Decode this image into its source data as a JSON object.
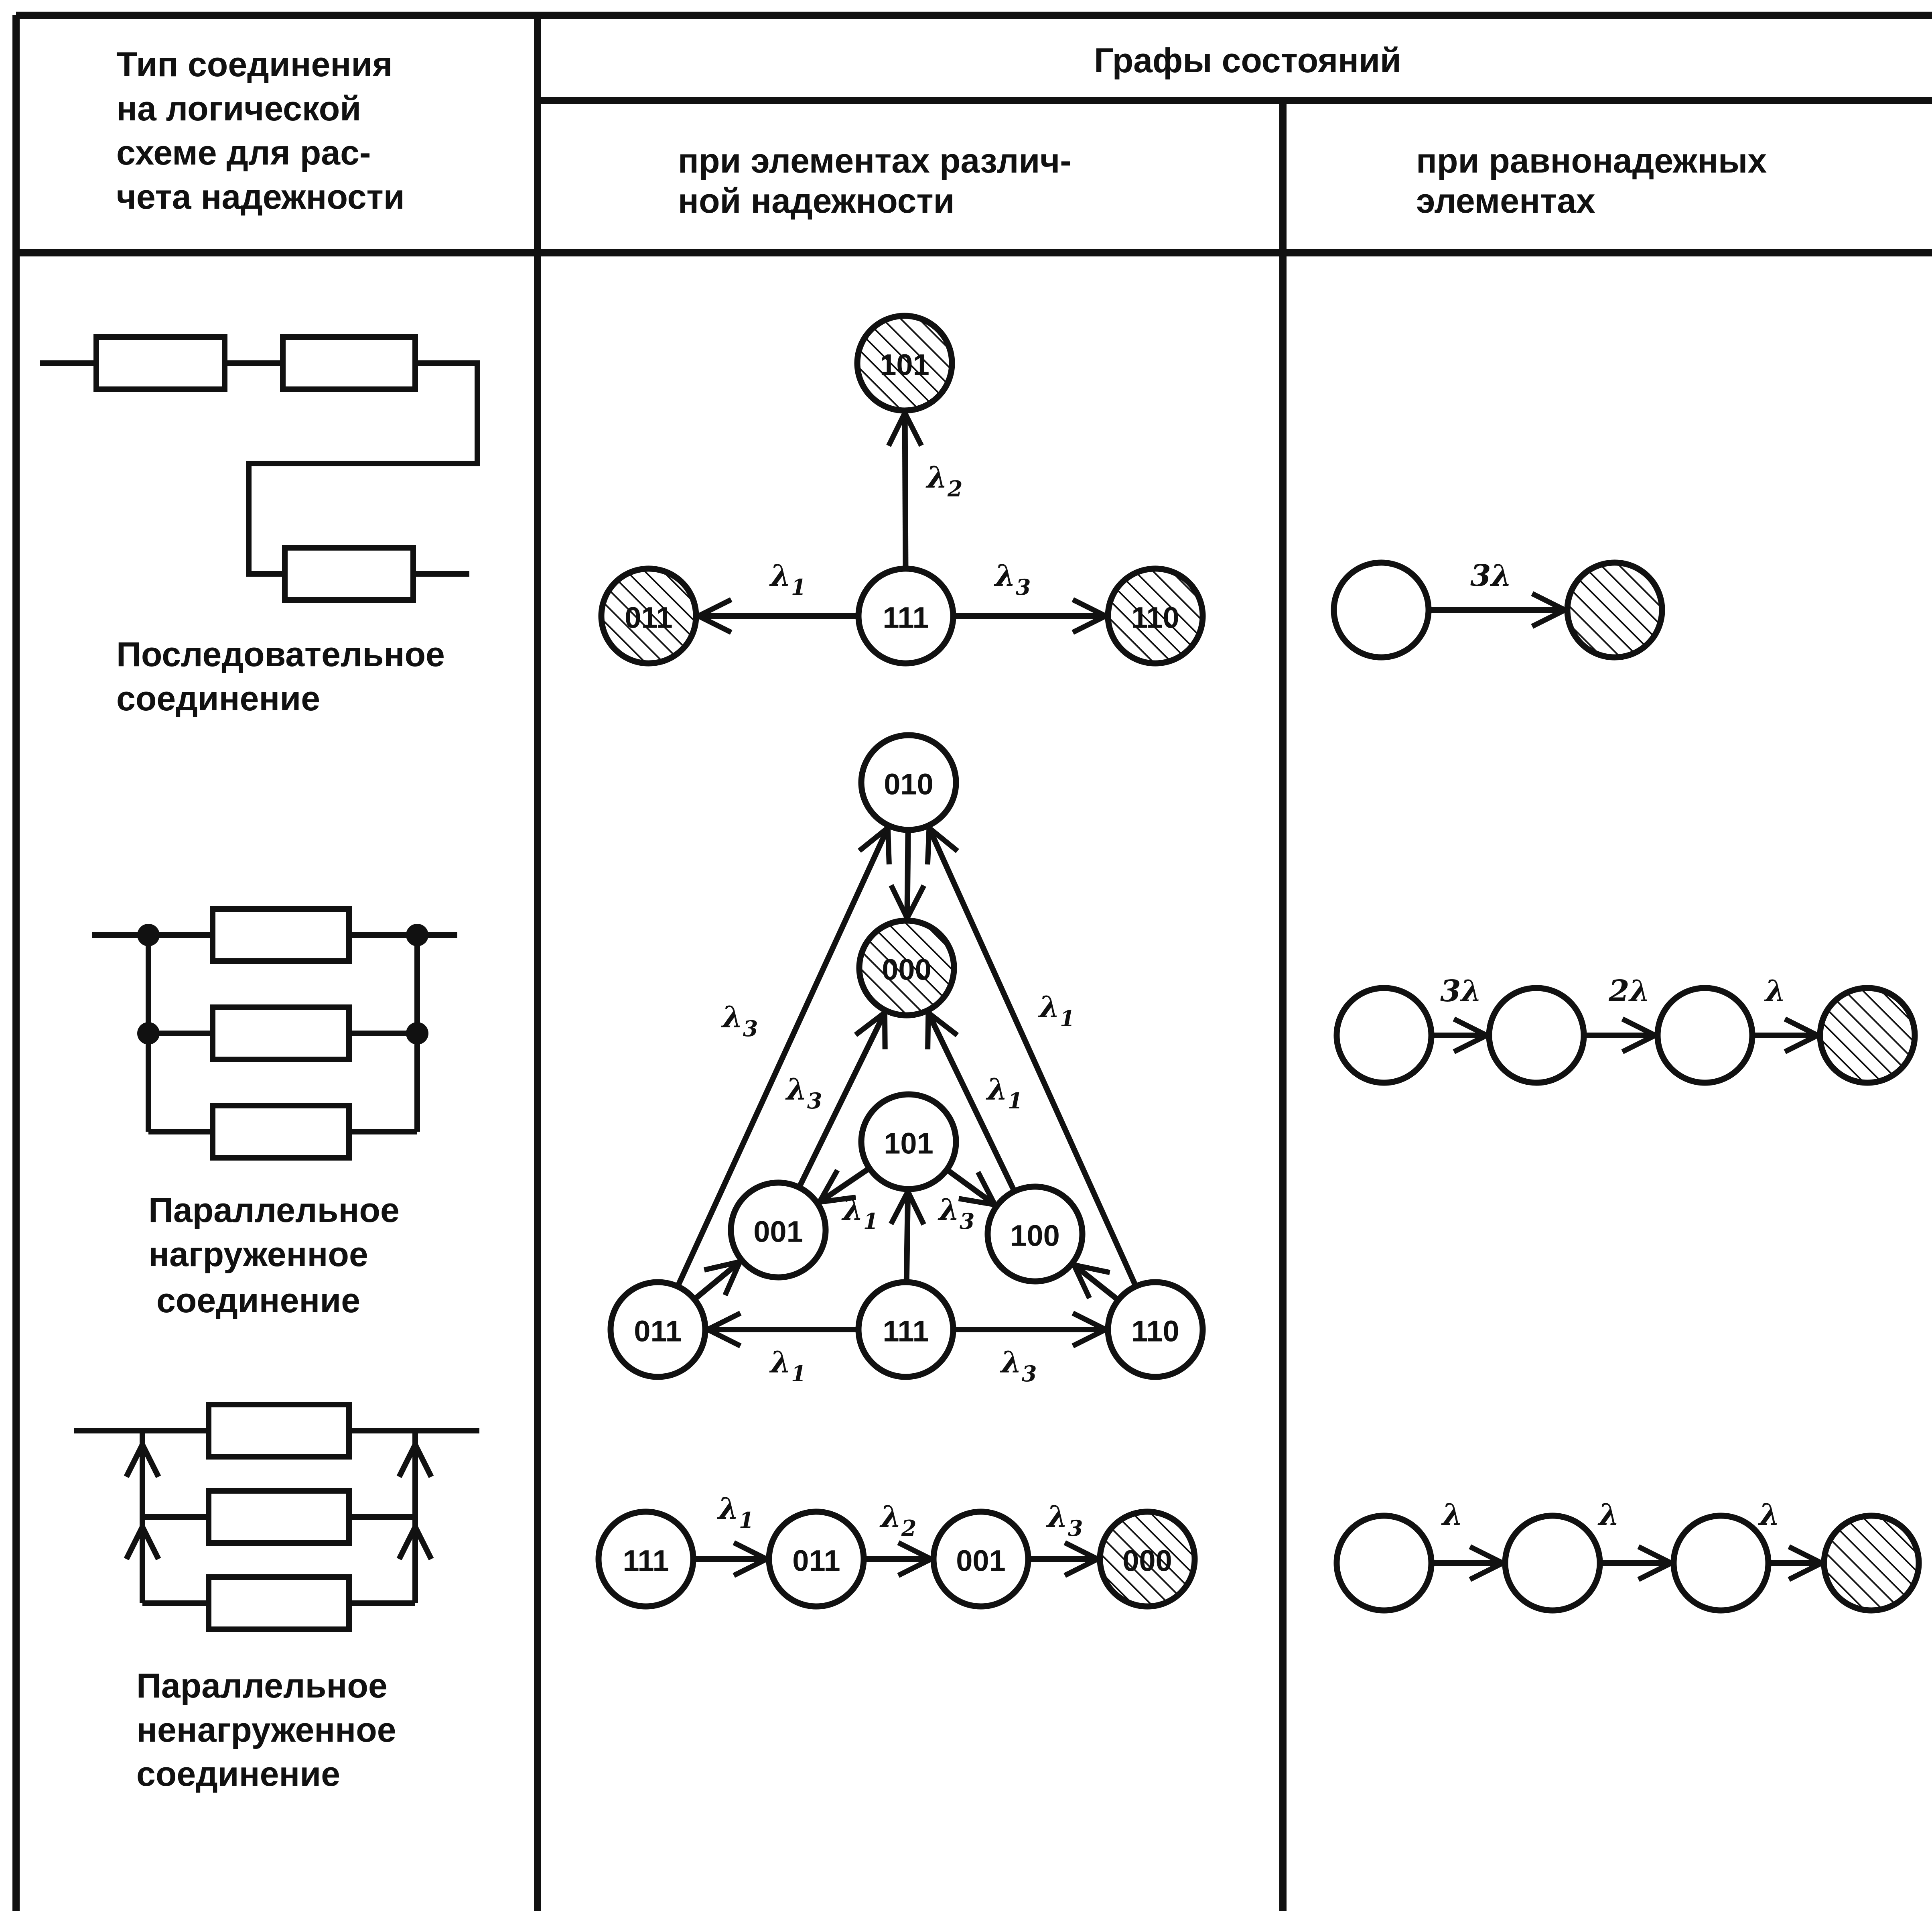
{
  "header": {
    "col1_lines": [
      "Тип соединения",
      "на логической",
      "схеме для рас-",
      "чета надежности"
    ],
    "group_title": "Графы состояний",
    "col2_lines": [
      "при элементах различ-",
      "ной надежности"
    ],
    "col3_lines": [
      "при равнонадежных",
      "элементах"
    ]
  },
  "rows": [
    {
      "caption_lines": [
        "Последовательное",
        "соединение"
      ],
      "graph_diff": {
        "nodes": [
          {
            "id": "n111",
            "label": "111",
            "failed": false
          },
          {
            "id": "n101",
            "label": "101",
            "failed": true
          },
          {
            "id": "n011",
            "label": "011",
            "failed": true
          },
          {
            "id": "n110",
            "label": "110",
            "failed": true
          }
        ],
        "edges": [
          {
            "from": "n111",
            "to": "n101",
            "label": "λ2"
          },
          {
            "from": "n111",
            "to": "n011",
            "label": "λ1"
          },
          {
            "from": "n111",
            "to": "n110",
            "label": "λ3"
          }
        ]
      },
      "graph_equal": {
        "nodes": [
          {
            "id": "e0",
            "label": "",
            "failed": false
          },
          {
            "id": "e1",
            "label": "",
            "failed": true
          }
        ],
        "edges": [
          {
            "from": "e0",
            "to": "e1",
            "label": "3λ"
          }
        ]
      }
    },
    {
      "caption_lines": [
        "Параллельное",
        "нагруженное",
        "соединение"
      ],
      "graph_diff": {
        "nodes": [
          {
            "id": "n010",
            "label": "010",
            "failed": false
          },
          {
            "id": "n000",
            "label": "000",
            "failed": true
          },
          {
            "id": "n101",
            "label": "101",
            "failed": false
          },
          {
            "id": "n001",
            "label": "001",
            "failed": false
          },
          {
            "id": "n100",
            "label": "100",
            "failed": false
          },
          {
            "id": "n011",
            "label": "011",
            "failed": false
          },
          {
            "id": "n111",
            "label": "111",
            "failed": false
          },
          {
            "id": "n110",
            "label": "110",
            "failed": false
          }
        ],
        "edges": [
          {
            "from": "n010",
            "to": "n000",
            "label": ""
          },
          {
            "from": "n011",
            "to": "n010",
            "label": "λ3"
          },
          {
            "from": "n110",
            "to": "n010",
            "label": "λ1"
          },
          {
            "from": "n001",
            "to": "n000",
            "label": "λ3"
          },
          {
            "from": "n100",
            "to": "n000",
            "label": "λ1"
          },
          {
            "from": "n101",
            "to": "n001",
            "label": "λ1"
          },
          {
            "from": "n101",
            "to": "n100",
            "label": "λ3"
          },
          {
            "from": "n111",
            "to": "n101",
            "label": ""
          },
          {
            "from": "n011",
            "to": "n001",
            "label": ""
          },
          {
            "from": "n110",
            "to": "n100",
            "label": ""
          },
          {
            "from": "n111",
            "to": "n011",
            "label": "λ1"
          },
          {
            "from": "n111",
            "to": "n110",
            "label": "λ3"
          }
        ]
      },
      "graph_equal": {
        "nodes": [
          {
            "id": "e0",
            "label": "",
            "failed": false
          },
          {
            "id": "e1",
            "label": "",
            "failed": false
          },
          {
            "id": "e2",
            "label": "",
            "failed": false
          },
          {
            "id": "e3",
            "label": "",
            "failed": true
          }
        ],
        "edges": [
          {
            "from": "e0",
            "to": "e1",
            "label": "3λ"
          },
          {
            "from": "e1",
            "to": "e2",
            "label": "2λ"
          },
          {
            "from": "e2",
            "to": "e3",
            "label": "λ"
          }
        ]
      }
    },
    {
      "caption_lines": [
        "Параллельное",
        "ненагруженное",
        "соединение"
      ],
      "graph_diff": {
        "nodes": [
          {
            "id": "n111",
            "label": "111",
            "failed": false
          },
          {
            "id": "n011",
            "label": "011",
            "failed": false
          },
          {
            "id": "n001",
            "label": "001",
            "failed": false
          },
          {
            "id": "n000",
            "label": "000",
            "failed": true
          }
        ],
        "edges": [
          {
            "from": "n111",
            "to": "n011",
            "label": "λ1"
          },
          {
            "from": "n011",
            "to": "n001",
            "label": "λ2"
          },
          {
            "from": "n001",
            "to": "n000",
            "label": "λ3"
          }
        ]
      },
      "graph_equal": {
        "nodes": [
          {
            "id": "e0",
            "label": "",
            "failed": false
          },
          {
            "id": "e1",
            "label": "",
            "failed": false
          },
          {
            "id": "e2",
            "label": "",
            "failed": false
          },
          {
            "id": "e3",
            "label": "",
            "failed": true
          }
        ],
        "edges": [
          {
            "from": "e0",
            "to": "e1",
            "label": "λ"
          },
          {
            "from": "e1",
            "to": "e2",
            "label": "λ"
          },
          {
            "from": "e2",
            "to": "e3",
            "label": "λ"
          }
        ]
      }
    }
  ]
}
